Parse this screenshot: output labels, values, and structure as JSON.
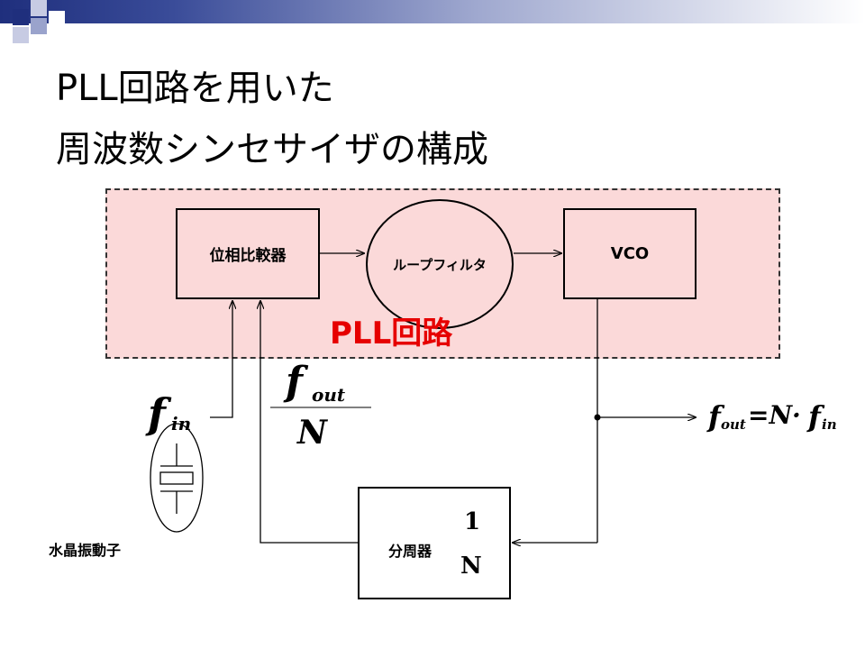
{
  "title": {
    "line1": "PLL回路を用いた",
    "line2": "周波数シンセサイザの構成"
  },
  "diagram": {
    "region_label": "PLL回路",
    "blocks": {
      "phase_comparator": "位相比較器",
      "loop_filter": "ループフィルタ",
      "vco": "VCO",
      "divider": "分周器"
    },
    "divider_fraction": {
      "numerator": "1",
      "denominator": "N"
    },
    "input_signal": {
      "base": "f",
      "sub": "in"
    },
    "feedback_signal": {
      "num_base": "f",
      "num_sub": "out",
      "den": "N"
    },
    "output_equation": {
      "base": "f",
      "sub": "out",
      "eq": "=N·",
      "base2": "f",
      "sub2": "in"
    },
    "crystal_label": "水晶振動子"
  },
  "colors": {
    "region_fill": "#fbd9d9",
    "region_label": "#e60000",
    "header_bar": "#1f2f7d"
  }
}
